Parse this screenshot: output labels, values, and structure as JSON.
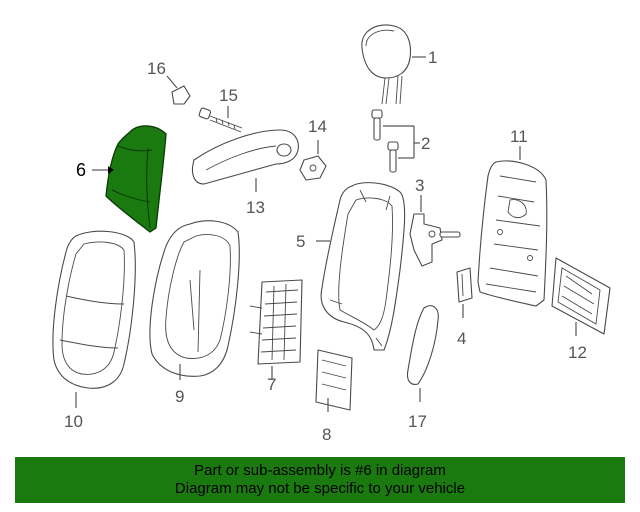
{
  "diagram": {
    "highlight_color": "#1a7a0f",
    "highlighted_part": "6",
    "callouts": [
      "1",
      "2",
      "3",
      "4",
      "5",
      "6",
      "7",
      "8",
      "9",
      "10",
      "11",
      "12",
      "13",
      "14",
      "15",
      "16",
      "17"
    ]
  },
  "footer": {
    "line1": "Part or sub-assembly is #6 in diagram",
    "line2": "Diagram may not be specific to your vehicle",
    "background": "#1a7a0f"
  }
}
